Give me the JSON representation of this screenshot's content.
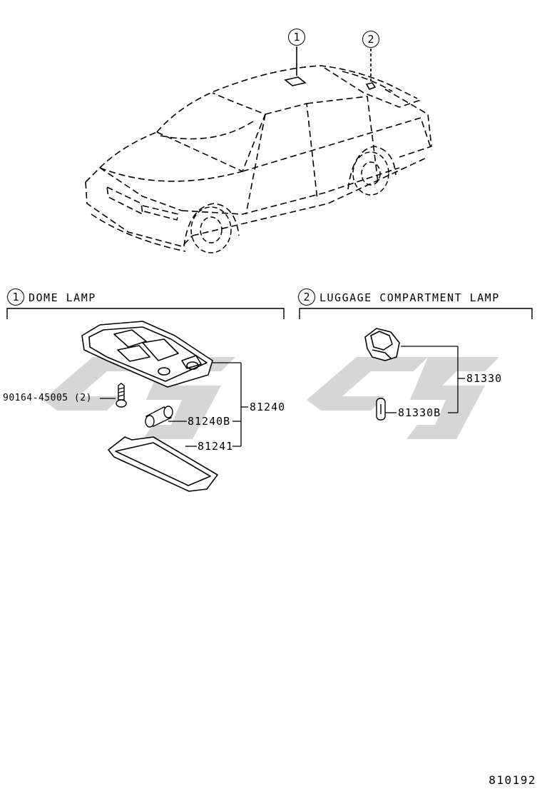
{
  "callouts": {
    "dome": "1",
    "luggage": "2"
  },
  "sections": {
    "dome": {
      "number": "1",
      "title": "DOME LAMP"
    },
    "luggage": {
      "number": "2",
      "title": "LUGGAGE COMPARTMENT LAMP"
    }
  },
  "parts": {
    "screw": "90164-45005",
    "screw_qty": "(2)",
    "dome_assy": "81240",
    "dome_bulb": "81240B",
    "dome_lens": "81241",
    "luggage_assy": "81330",
    "luggage_bulb": "81330B"
  },
  "illustration_id": "810192",
  "watermark_color": "#cfcfcf"
}
